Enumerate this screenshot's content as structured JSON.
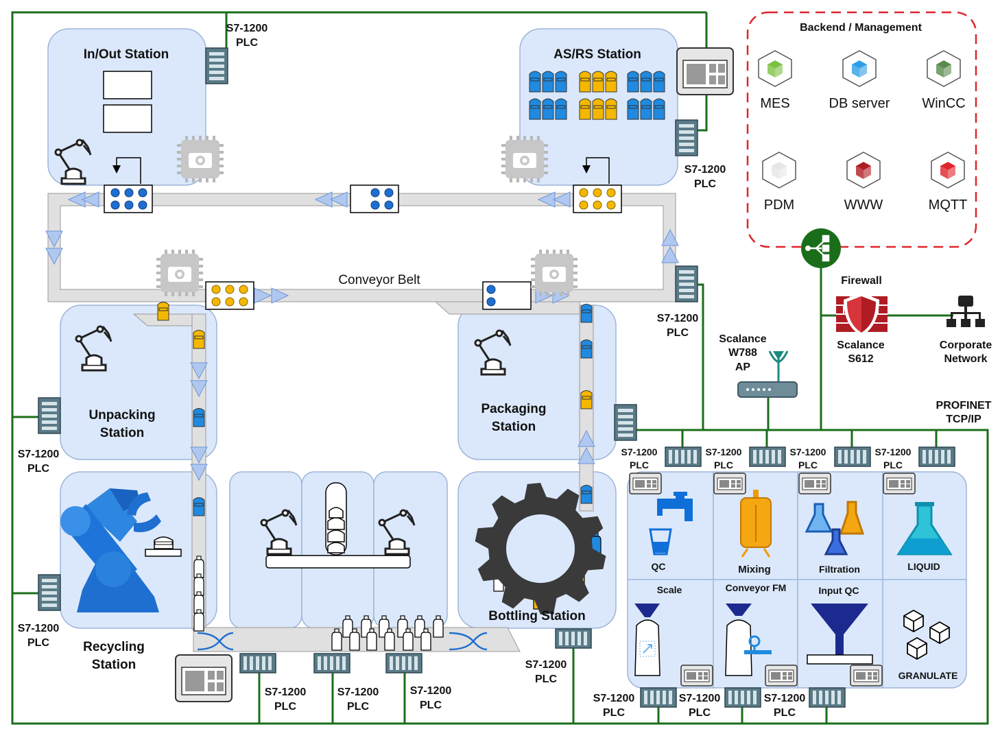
{
  "labels": {
    "inout_station": "In/Out Station",
    "asrs_station": "AS/RS Station",
    "unpacking_1": "Unpacking",
    "unpacking_2": "Station",
    "packaging_1": "Packaging",
    "packaging_2": "Station",
    "recycling_1": "Recycling",
    "recycling_2": "Station",
    "bottling_station": "Bottling Station",
    "conveyor_belt": "Conveyor Belt",
    "backend_title": "Backend / Management",
    "firewall": "Firewall",
    "scalance_s612_1": "Scalance",
    "scalance_s612_2": "S612",
    "corporate_1": "Corporate",
    "corporate_2": "Network",
    "scalance_w788_1": "Scalance",
    "scalance_w788_2": "W788",
    "scalance_w788_3": "AP",
    "profinet_1": "PROFINET",
    "profinet_2": "TCP/IP"
  },
  "plc": {
    "line1": "S7-1200",
    "line2": "PLC"
  },
  "backend_items": [
    "MES",
    "DB server",
    "WinCC",
    "PDM",
    "WWW",
    "MQTT"
  ],
  "modules": [
    "QC",
    "Mixing",
    "Filtration",
    "LIQUID",
    "Scale",
    "Conveyor FM",
    "Input QC",
    "GRANULATE"
  ],
  "colors": {
    "network_green": "#1a6e1a",
    "station_fill": "#dbe8fb",
    "station_stroke": "#9db5d8",
    "conveyor_gray": "#e0e0e0",
    "blue_item": "#1f8ae0",
    "yellow_item": "#f5b800",
    "firewall_red": "#b01c24",
    "backend_border": "#e0242b"
  },
  "icons": [
    "robot-arm-icon",
    "camera-icon",
    "plc-icon",
    "hmi-panel-icon",
    "gear-icon",
    "faucet-icon",
    "tank-icon",
    "lab-glass-icon",
    "flask-icon",
    "funnel-icon",
    "cubes-icon",
    "hub-icon",
    "firewall-icon",
    "network-icon",
    "wifi-ap-icon",
    "container-icon"
  ]
}
